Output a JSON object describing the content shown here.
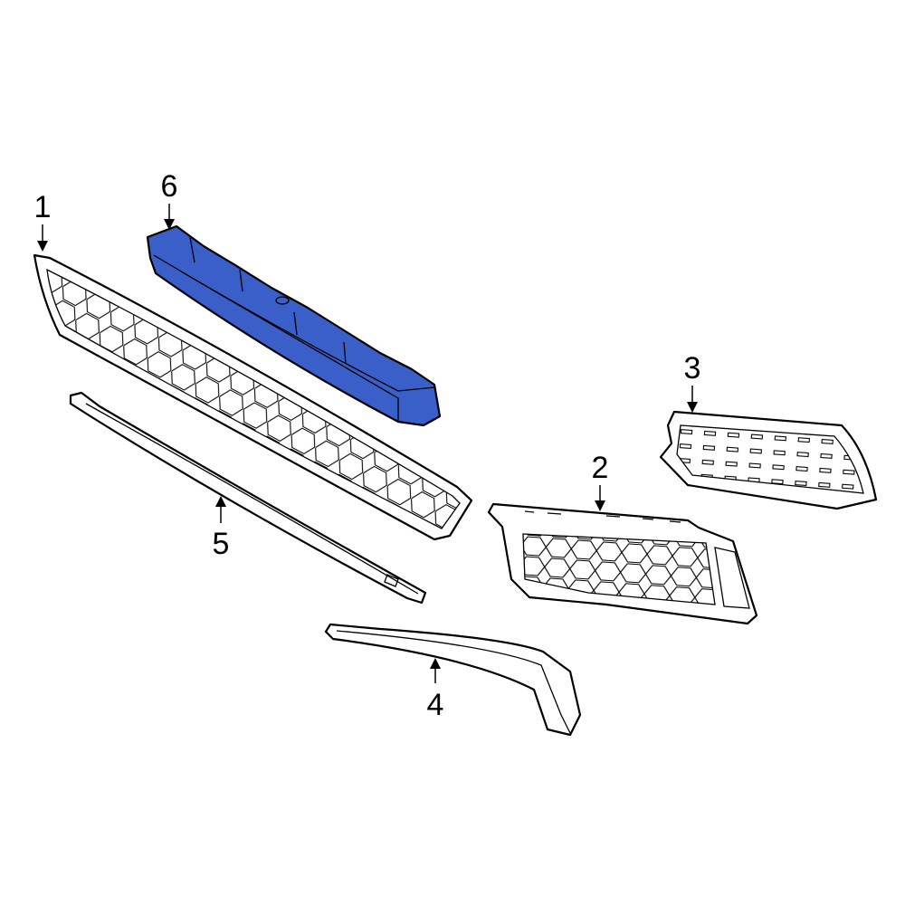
{
  "diagram": {
    "colors": {
      "highlight": "#3a5fc8",
      "outline": "#000000",
      "background": "#ffffff"
    },
    "callouts": [
      {
        "id": "1",
        "label": "1"
      },
      {
        "id": "2",
        "label": "2"
      },
      {
        "id": "3",
        "label": "3"
      },
      {
        "id": "4",
        "label": "4"
      },
      {
        "id": "5",
        "label": "5"
      },
      {
        "id": "6",
        "label": "6",
        "highlighted": true
      }
    ]
  }
}
